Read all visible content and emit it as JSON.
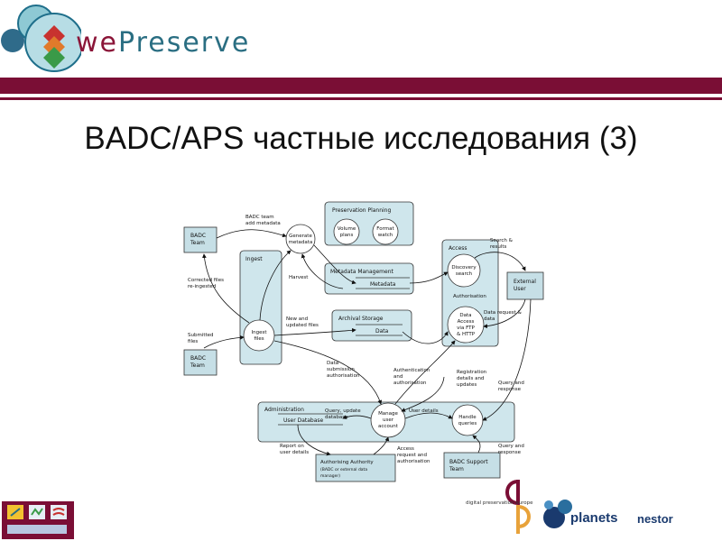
{
  "header": {
    "brand_we": "we",
    "brand_rest": "Preserve"
  },
  "slide": {
    "title": "BADC/APS частные исследования (3)"
  },
  "diagram": {
    "groups": {
      "preservation_planning": "Preservation Planning",
      "ingest": "Ingest",
      "metadata_management": "Metadata Management",
      "archival_storage": "Archival Storage",
      "access": "Access",
      "administration": "Administration"
    },
    "stores": {
      "metadata": "Metadata",
      "data": "Data",
      "user_database": "User Database"
    },
    "processes": {
      "volume_plans_1": "Volume",
      "volume_plans_2": "plans",
      "format_watch_1": "Format",
      "format_watch_2": "watch",
      "generate_metadata_1": "Generate",
      "generate_metadata_2": "metadata",
      "ingest_files_1": "Ingest",
      "ingest_files_2": "files",
      "discovery_search_1": "Discovery",
      "discovery_search_2": "search",
      "data_access_1": "Data",
      "data_access_2": "Access",
      "data_access_3": "via FTP",
      "data_access_4": "& HTTP",
      "manage_user_account_1": "Manage",
      "manage_user_account_2": "user",
      "manage_user_account_3": "account",
      "handle_queries_1": "Handle",
      "handle_queries_2": "queries"
    },
    "entities": {
      "badc_team_top_1": "BADC",
      "badc_team_top_2": "Team",
      "badc_team_bottom_1": "BADC",
      "badc_team_bottom_2": "Team",
      "external_user_1": "External",
      "external_user_2": "User",
      "badc_support_team_1": "BADC Support",
      "badc_support_team_2": "Team",
      "authorising_authority_1": "Authorising Authority",
      "authorising_authority_2": "(BADC or external data",
      "authorising_authority_3": "manager)"
    },
    "flows": {
      "badc_team_add_metadata_1": "BADC team",
      "badc_team_add_metadata_2": "add metadata",
      "corrected_files_1": "Corrected files",
      "corrected_files_2": "re-ingested",
      "submitted_files_1": "Submitted",
      "submitted_files_2": "files",
      "harvest": "Harvest",
      "new_updated_files_1": "New and",
      "new_updated_files_2": "updated files",
      "search_results_1": "Search &",
      "search_results_2": "results",
      "authorisation": "Authorisation",
      "data_request_1": "Data request &",
      "data_request_2": "data",
      "data_submission_auth_1": "Data",
      "data_submission_auth_2": "submission",
      "data_submission_auth_3": "authorisation",
      "auth_and_authorisation_1": "Authentication",
      "auth_and_authorisation_2": "and",
      "auth_and_authorisation_3": "authorisation",
      "registration_details_1": "Registration",
      "registration_details_2": "details and",
      "registration_details_3": "updates",
      "query_update_database_1": "Query, update",
      "query_update_database_2": "database",
      "user_details": "User details",
      "query_response_right_1": "Query and",
      "query_response_right_2": "response",
      "report_user_details_1": "Report on",
      "report_user_details_2": "user details",
      "access_request_1": "Access",
      "access_request_2": "request and",
      "access_request_3": "authorisation",
      "query_response_bottom_1": "Query and",
      "query_response_bottom_2": "response"
    }
  },
  "footer": {
    "dp_caption": "digital preservation europe",
    "planets": "planets",
    "nestor": "nestor"
  },
  "colors": {
    "brand_dark": "#7a0e35",
    "box_fill": "#cfe6ec",
    "entity_fill": "#c6dfe6"
  }
}
